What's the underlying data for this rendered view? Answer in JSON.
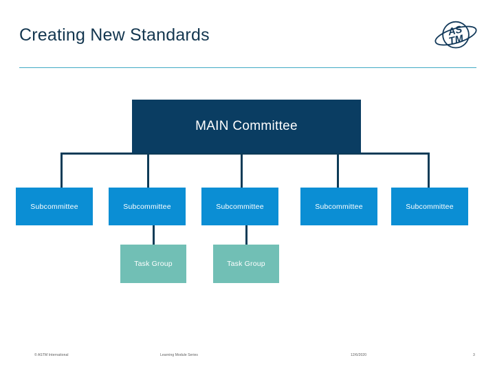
{
  "slide": {
    "title": "Creating New Standards",
    "logo_alt": "astm-logo",
    "logo_text": "ASTM"
  },
  "org_chart": {
    "main": {
      "label": "MAIN Committee",
      "color": "#0a3d62"
    },
    "subcommittees": [
      {
        "label": "Subcommittee"
      },
      {
        "label": "Subcommittee"
      },
      {
        "label": "Subcommittee"
      },
      {
        "label": "Subcommittee"
      },
      {
        "label": "Subcommittee"
      }
    ],
    "subcommittee_color": "#0b8ed4",
    "task_groups": [
      {
        "label": "Task Group"
      },
      {
        "label": "Task Group"
      }
    ],
    "task_group_color": "#71bfb5",
    "connector_color": "#0d3b57"
  },
  "footer": {
    "copyright": "© ASTM International",
    "series": "Learning Module Series",
    "date": "12/6/2020",
    "page": "3"
  },
  "theme": {
    "title_color": "#13364f",
    "rule_color": "#3fa9c4",
    "background": "#ffffff"
  }
}
